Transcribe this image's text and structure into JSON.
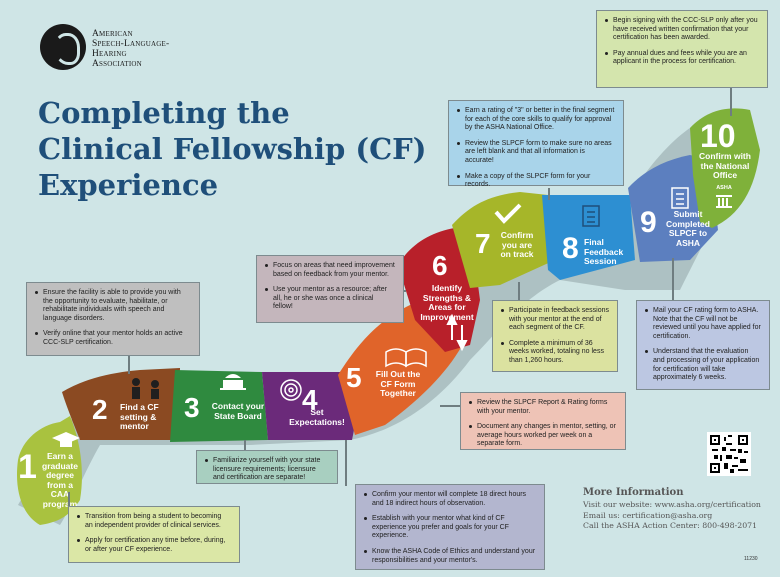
{
  "org": {
    "lines": [
      "American",
      "Speech-Language-",
      "Hearing",
      "Association"
    ]
  },
  "title": {
    "line1": "Completing the",
    "line2": "Clinical Fellowship (CF)",
    "line3": "Experience"
  },
  "steps": [
    {
      "num": "1",
      "label": "Earn a graduate degree from a CAA program",
      "color": "#a9c23f"
    },
    {
      "num": "2",
      "label": "Find a CF setting & mentor",
      "color": "#8b4a22"
    },
    {
      "num": "3",
      "label": "Contact your State Board",
      "color": "#2f8a3f"
    },
    {
      "num": "4",
      "label": "Set Expectations!",
      "color": "#6b2a7a"
    },
    {
      "num": "5",
      "label": "Fill Out the CF Form Together",
      "color": "#e0642a"
    },
    {
      "num": "6",
      "label": "Identify Strengths & Areas for Improvement",
      "color": "#b8202a"
    },
    {
      "num": "7",
      "label": "Confirm you are on track",
      "color": "#a6b629"
    },
    {
      "num": "8",
      "label": "Final Feedback Session",
      "color": "#2d8fd2"
    },
    {
      "num": "9",
      "label": "Submit Completed SLPCF to ASHA",
      "color": "#5c7fbf"
    },
    {
      "num": "10",
      "label": "Confirm with the National Office",
      "color": "#7fb13a"
    }
  ],
  "boxes": {
    "b1": [
      "Transition from being a student to becoming an independent provider of clinical services.",
      "Apply for certification any time before, during, or after your CF experience."
    ],
    "b2": [
      "Ensure the facility is able to provide you with the opportunity to evaluate, habilitate, or rehabilitate individuals with speech and language disorders.",
      "Verify online that your mentor holds an active CCC-SLP certification."
    ],
    "b3": [
      "Familiarize yourself with your state licensure requirements; licensure and certification are separate!"
    ],
    "b4": [
      "Confirm your mentor will complete 18 direct hours and 18 indirect hours of observation.",
      "Establish with your mentor what kind of CF experience you prefer and goals for your CF experience.",
      "Know the ASHA Code of Ethics and understand your responsibilities and your mentor's."
    ],
    "b5": [
      "Review the SLPCF Report & Rating forms with your mentor.",
      "Document any changes in mentor, setting, or average hours worked per week on a separate form."
    ],
    "b6": [
      "Focus on areas that need improvement based on feedback from your mentor.",
      "Use your mentor as a resource; after all, he or she was once a clinical fellow!"
    ],
    "b7": [
      "Participate in feedback sessions with your mentor at the end of each segment of the CF.",
      "Complete a minimum of 36 weeks worked, totaling no less than 1,260 hours."
    ],
    "b8": [
      "Earn a rating of \"3\" or better in the final segment for each of the core skills to qualify for approval by the ASHA National Office.",
      "Review the SLPCF form to make sure no areas are left blank and that all information is accurate!",
      "Make a copy of the SLPCF form for your records."
    ],
    "b9": [
      "Mail your CF rating form to ASHA. Note that the CF will not be reviewed until you have applied for certification.",
      "Understand that the evaluation and processing of your application for certification will take approximately 6 weeks."
    ],
    "b10": [
      "Begin signing with the CCC-SLP only after you have received written confirmation that your certification has been awarded.",
      "Pay annual dues and fees while you are an applicant in the process for certification."
    ]
  },
  "asha_badge": "ASHA",
  "more_info": {
    "heading": "More Information",
    "line1": "Visit our website: www.asha.org/certification",
    "line2": "Email us: certification@asha.org",
    "line3": "Call the ASHA Action Center: 800-498-2071"
  },
  "doc_code": "11230"
}
